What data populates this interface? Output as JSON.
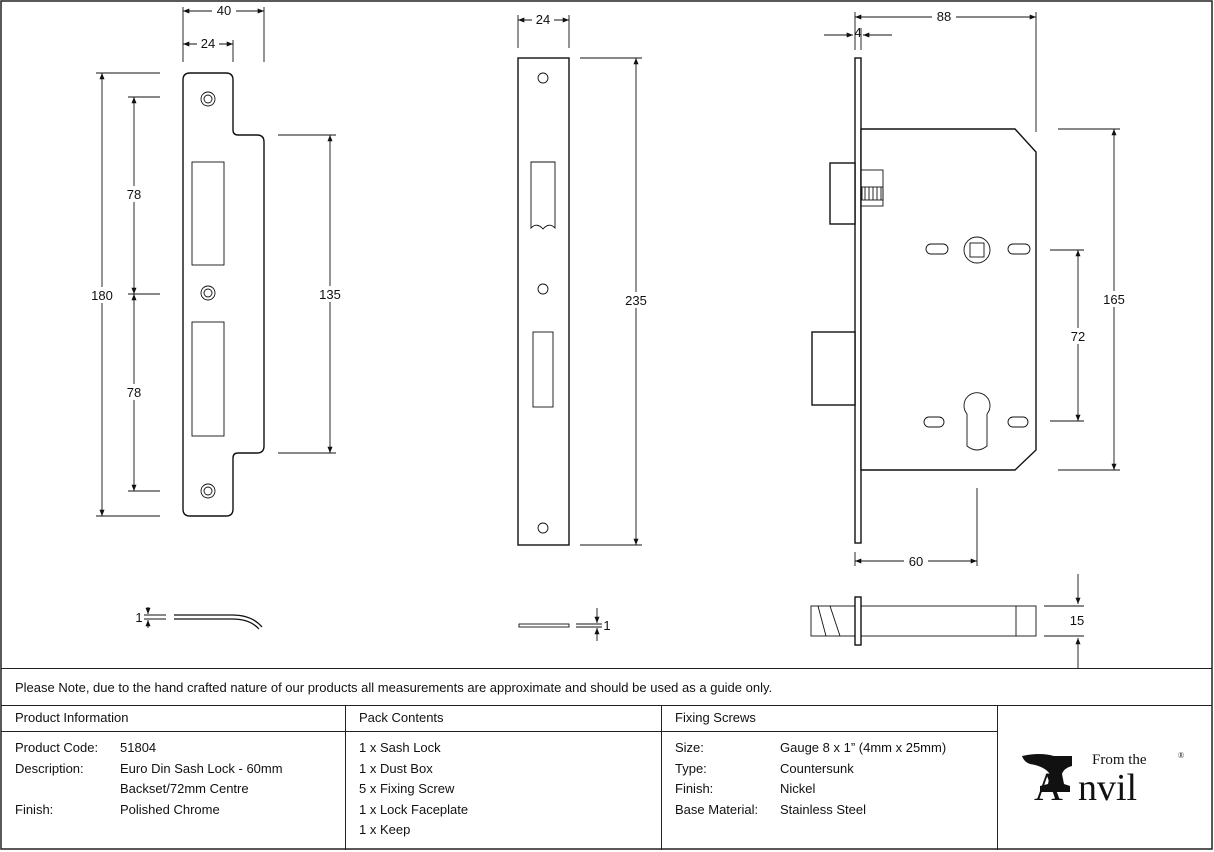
{
  "dimensions": {
    "keep_width_total": "40",
    "keep_width": "24",
    "keep_height": "180",
    "keep_upper": "78",
    "keep_lower": "78",
    "keep_strike": "135",
    "keep_thickness": "1",
    "faceplate_width": "24",
    "faceplate_height": "235",
    "faceplate_thickness": "1",
    "lock_depth": "88",
    "lock_plate": "4",
    "lock_height": "165",
    "lock_centre": "72",
    "lock_backset": "60",
    "lock_thickness": "15"
  },
  "note": "Please Note, due to the hand crafted nature of our products all measurements are approximate and should be used as a guide only.",
  "product_info": {
    "heading": "Product Information",
    "code_label": "Product Code:",
    "code_value": "51804",
    "desc_label": "Description:",
    "desc_value_line1": "Euro Din Sash Lock - 60mm",
    "desc_value_line2": "Backset/72mm Centre",
    "finish_label": "Finish:",
    "finish_value": "Polished Chrome"
  },
  "pack_contents": {
    "heading": "Pack Contents",
    "items": [
      "1 x Sash Lock",
      "1 x Dust Box",
      "5 x Fixing Screw",
      "1 x Lock Faceplate",
      "1 x Keep"
    ]
  },
  "fixing_screws": {
    "heading": "Fixing Screws",
    "size_label": "Size:",
    "size_value": "Gauge 8 x 1” (4mm x 25mm)",
    "type_label": "Type:",
    "type_value": "Countersunk",
    "finish_label": "Finish:",
    "finish_value": "Nickel",
    "material_label": "Base Material:",
    "material_value": "Stainless Steel"
  },
  "logo": {
    "top_text": "From the",
    "main_text": "nvil",
    "initial": "A",
    "mark": "®"
  }
}
